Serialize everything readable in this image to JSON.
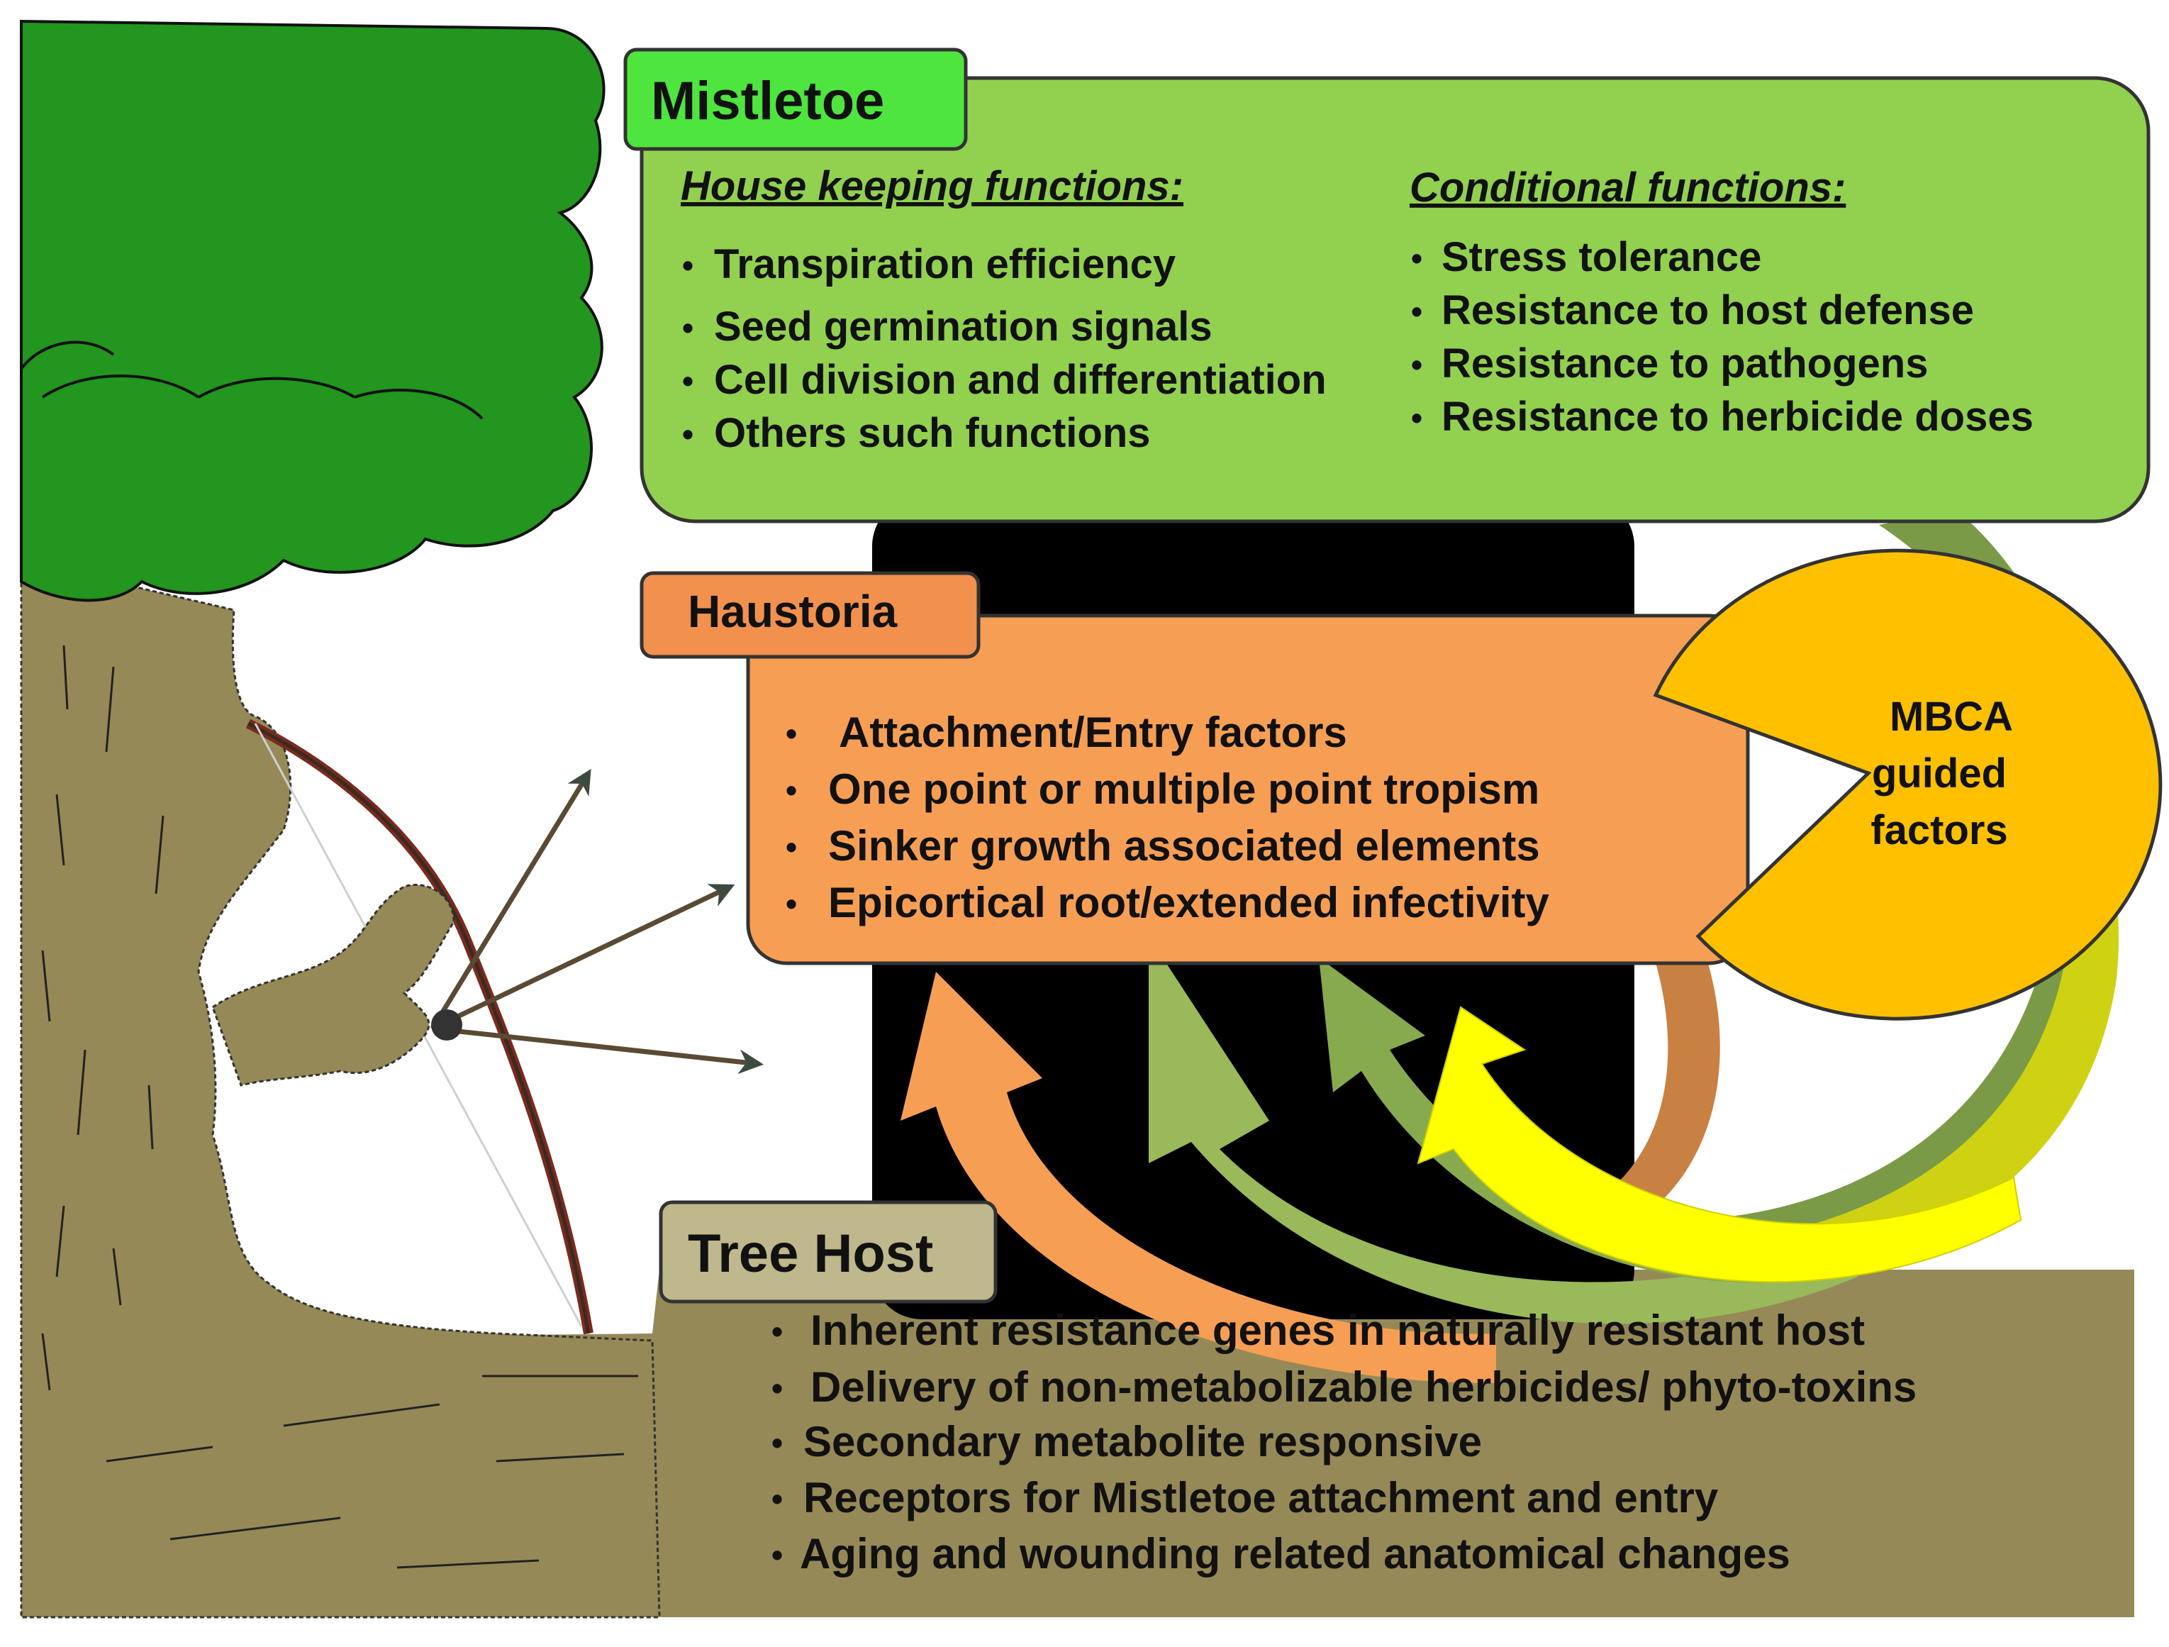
{
  "mistletoe": {
    "title": "Mistletoe",
    "housekeeping_heading": "House keeping functions:",
    "housekeeping_items": [
      "Transpiration efficiency",
      "Seed germination signals",
      "Cell division and differentiation",
      "Others such functions"
    ],
    "conditional_heading": "Conditional functions:",
    "conditional_items": [
      "Stress tolerance",
      "Resistance to host defense",
      "Resistance to pathogens",
      "Resistance to herbicide doses"
    ]
  },
  "haustoria": {
    "title": "Haustoria",
    "items": [
      "Attachment/Entry factors",
      "One point or multiple point  tropism",
      "Sinker growth associated  elements",
      "Epicortical root/extended infectivity"
    ]
  },
  "mbca": {
    "lines": [
      "MBCA",
      "guided",
      "factors"
    ]
  },
  "tree_host": {
    "title": "Tree Host",
    "items": [
      "Inherent resistance genes in naturally resistant host",
      "Delivery of non-metabolizable herbicides/ phyto-toxins",
      "Secondary metabolite responsive",
      "Receptors for Mistletoe attachment and entry",
      "Aging and wounding related anatomical changes"
    ]
  },
  "bullet": "•",
  "colors": {
    "tree_foliage": "#22961e",
    "trunk": "#958957",
    "mistletoe_box": "#92d050",
    "mistletoe_title": "#4ee53e",
    "haustoria_box": "#f79e55",
    "haustoria_title": "#f2914e",
    "mbca": "#ffc000",
    "tree_host_title": "#bfb88c",
    "arrow_orange": "#f79e55",
    "arrow_green": "#99b95a",
    "arrow_yellow": "#ffff00",
    "arrow_olive": "#7a9a48",
    "arrow_yellow_olive": "#cfd212",
    "arrow_brown": "#c98043"
  }
}
